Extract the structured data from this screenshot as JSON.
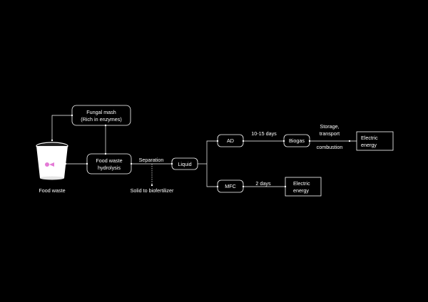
{
  "nodes": {
    "fungal_mash": {
      "lines": [
        "Fungal mash",
        "(Rich in enzymes)"
      ]
    },
    "hydrolysis": {
      "lines": [
        "Food waste",
        "hydrolysis"
      ]
    },
    "liquid": {
      "lines": [
        "Liquid"
      ]
    },
    "ad": {
      "lines": [
        "AD"
      ]
    },
    "biogas": {
      "lines": [
        "Biogas"
      ]
    },
    "electric_1": {
      "lines": [
        "Electric",
        "energy"
      ]
    },
    "mfc": {
      "lines": [
        "MFC"
      ]
    },
    "electric_2": {
      "lines": [
        "Electric",
        "energy"
      ]
    }
  },
  "labels": {
    "food_waste": "Food waste",
    "separation": "Separation",
    "solid": "Solid to biofertilizer",
    "ad_days": "10-15 days",
    "storage_1": "Storage,",
    "storage_2": "transport",
    "combustion": "combustion",
    "mfc_days": "2 days"
  },
  "colors": {
    "background": "#000000",
    "foreground": "#ffffff",
    "logo": "#e47ad6"
  },
  "icons": {
    "food_waste_cup": "cup-icon",
    "logo_on_cup": "fish-logo"
  }
}
